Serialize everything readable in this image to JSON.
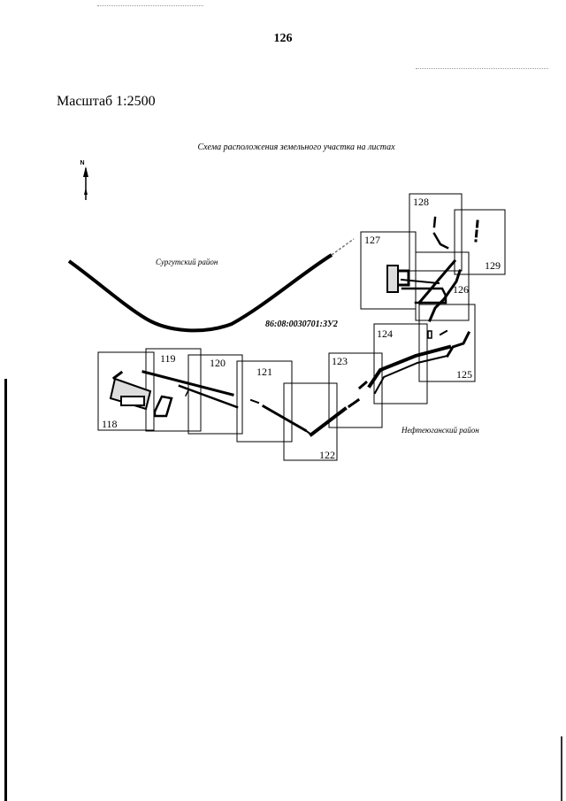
{
  "page": {
    "number": "126"
  },
  "scale": {
    "label": "Масштаб 1:2500"
  },
  "scheme": {
    "title": "Схема расположения земельного участка на листах",
    "north_label": "N",
    "regions": {
      "surgut": "Сургутский район",
      "nefteyugansk": "Нефтеюганский район"
    },
    "parcel_id": "86:08:0030701:ЗУ2",
    "sheets": [
      "118",
      "119",
      "120",
      "121",
      "122",
      "123",
      "124",
      "125",
      "126",
      "127",
      "128",
      "129"
    ],
    "icons": [
      "north-arrow-icon"
    ]
  }
}
